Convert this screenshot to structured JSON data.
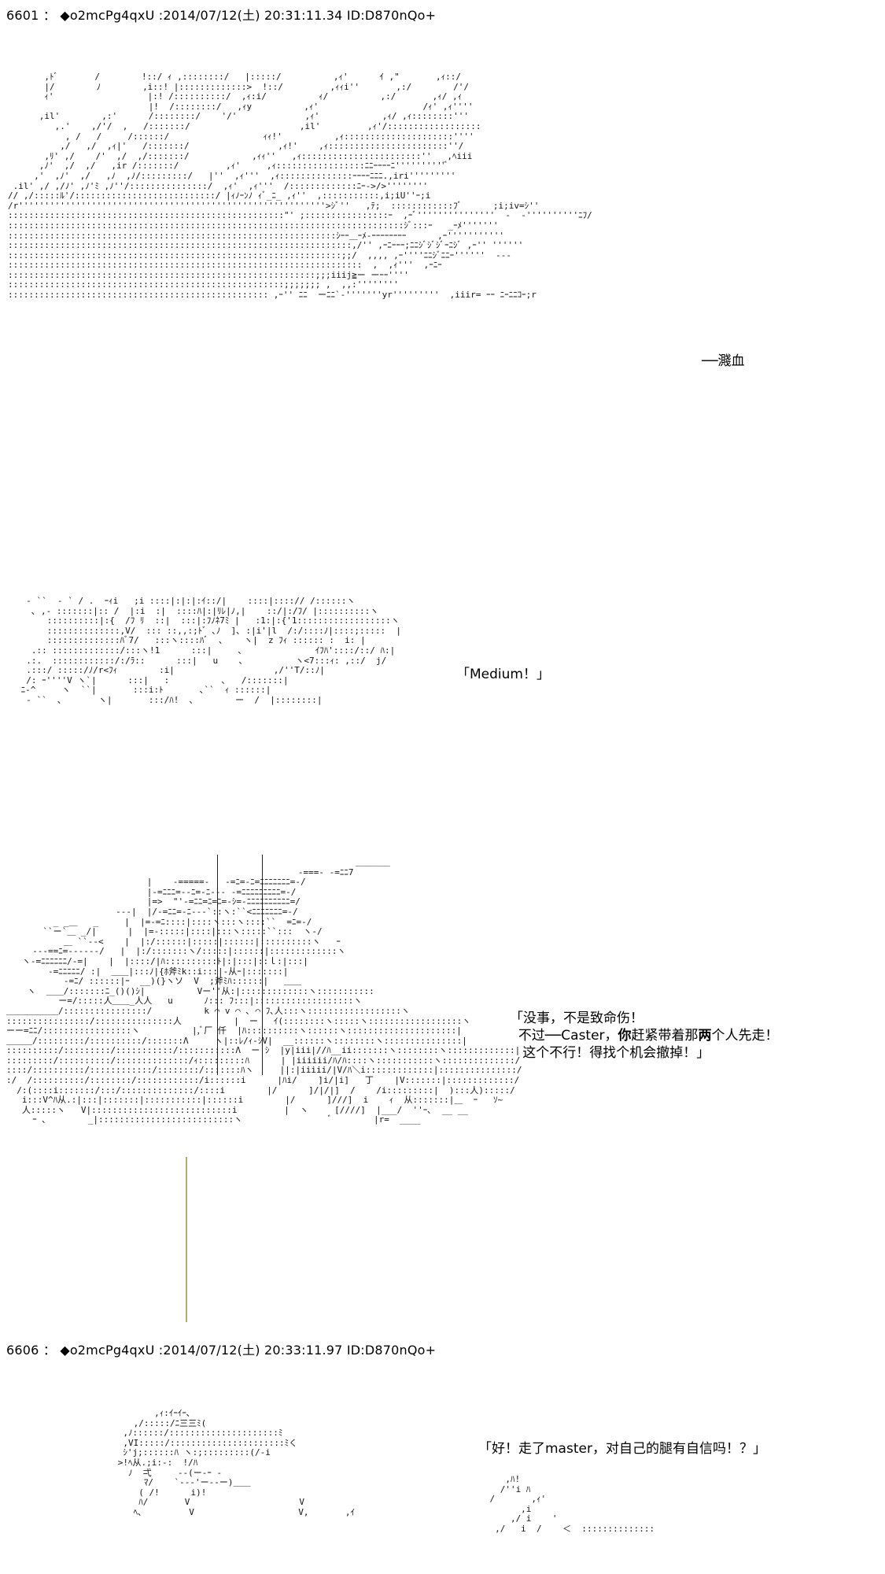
{
  "posts": [
    {
      "number": "6601",
      "name": "◆o2mcPg4qxU",
      "date": "2014/07/12(土)",
      "time": "20:31:11.34",
      "id": "ID:D870nQo+"
    },
    {
      "number": "6606",
      "name": "◆o2mcPg4qxU",
      "date": "2014/07/12(土)",
      "time": "20:33:11.97",
      "id": "ID:D870nQo+"
    }
  ],
  "captions": {
    "splash": "──濺血",
    "medium": "「Medium！」",
    "dialogue_1": "「没事，不是致命伤！",
    "dialogue_2_pre": "不过──Caster，",
    "dialogue_2_bold1": "你",
    "dialogue_2_mid": "赶紧带着那",
    "dialogue_2_bold2": "两",
    "dialogue_2_post": "个人先走！",
    "dialogue_3": "这个不行！得找个机会撤掉！」",
    "dialogue_4": "「好！走了master，对自己的腿有自信吗！？」"
  }
}
